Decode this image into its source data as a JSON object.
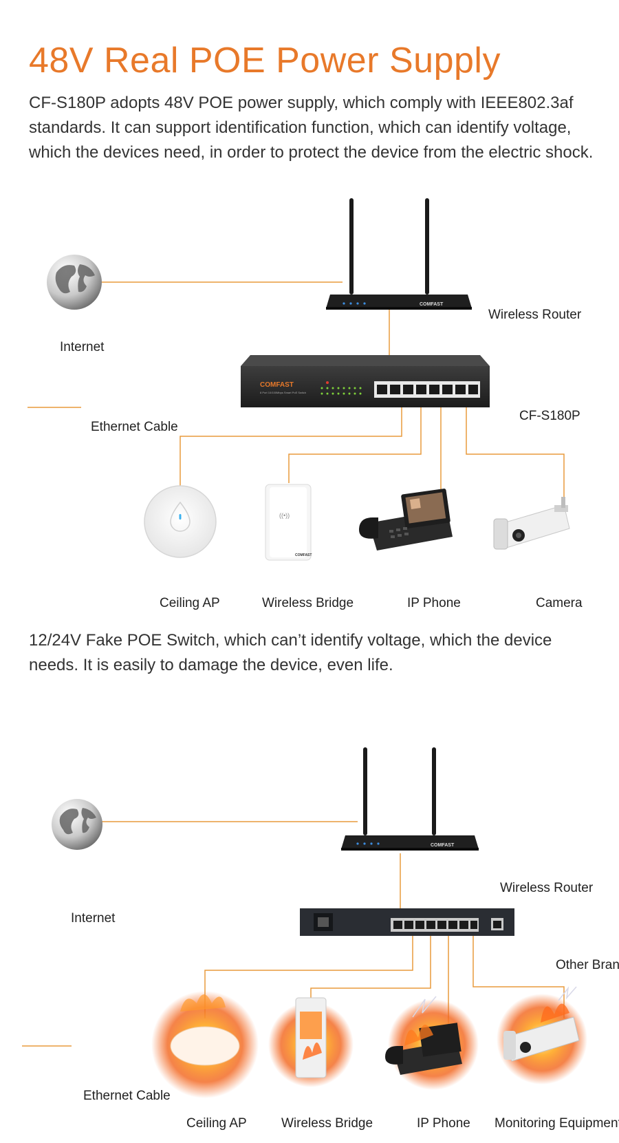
{
  "header": {
    "title": "48V Real POE Power Supply",
    "description": "CF-S180P adopts 48V POE power supply, which comply with IEEE802.3af standards. It can support identification function, which can identify voltage, which the devices need, in order to protect the device from the electric shock."
  },
  "diagram1": {
    "internet_label": "Internet",
    "router_label": "Wireless Router",
    "switch_label": "CF-S180P",
    "cable_legend": "Ethernet Cable",
    "brand": "COMFAST",
    "devices": [
      "Ceiling AP",
      "Wireless Bridge",
      "IP Phone",
      "Camera"
    ]
  },
  "fake_poe": {
    "description": "12/24V Fake POE Switch, which can’t identify voltage, which the device needs. It is easily to damage the device, even life."
  },
  "diagram2": {
    "internet_label": "Internet",
    "router_label": "Wireless Router",
    "switch_label": "Other Brand",
    "cable_legend": "Ethernet Cable",
    "devices": [
      "Ceiling AP",
      "Wireless Bridge",
      "IP Phone",
      "Monitoring Equipment"
    ]
  },
  "colors": {
    "accent": "#e8792a",
    "cable": "#e89a3c",
    "device_dark": "#222222"
  }
}
